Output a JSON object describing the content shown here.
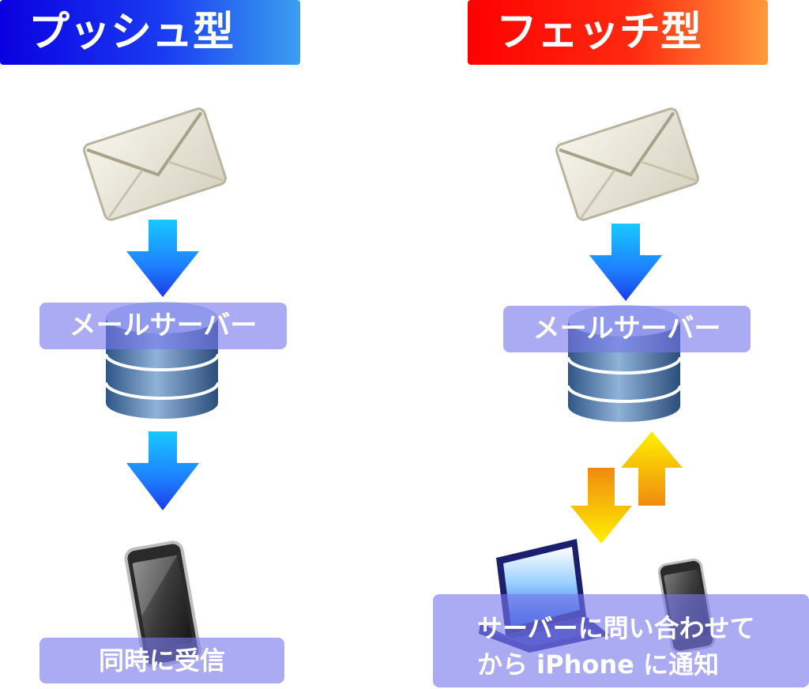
{
  "push": {
    "title": "プッシュ型",
    "server_label": "メールサーバー",
    "result_label": "同時に受信"
  },
  "fetch": {
    "title": "フェッチ型",
    "server_label": "メールサーバー",
    "result_line1": "サーバーに問い合わせて",
    "result_line2": "から iPhone に通知"
  },
  "colors": {
    "push_header": "#1a3cf2",
    "fetch_header": "#ff2a10",
    "label_fill": "#7878eb",
    "arrow_blue": "#1e90ff",
    "arrow_orange": "#f7a21b",
    "server": "#4f78a8"
  },
  "icons": [
    "envelope-icon",
    "database-server-icon",
    "smartphone-icon",
    "laptop-icon",
    "arrow-down-icon",
    "arrow-up-icon"
  ]
}
